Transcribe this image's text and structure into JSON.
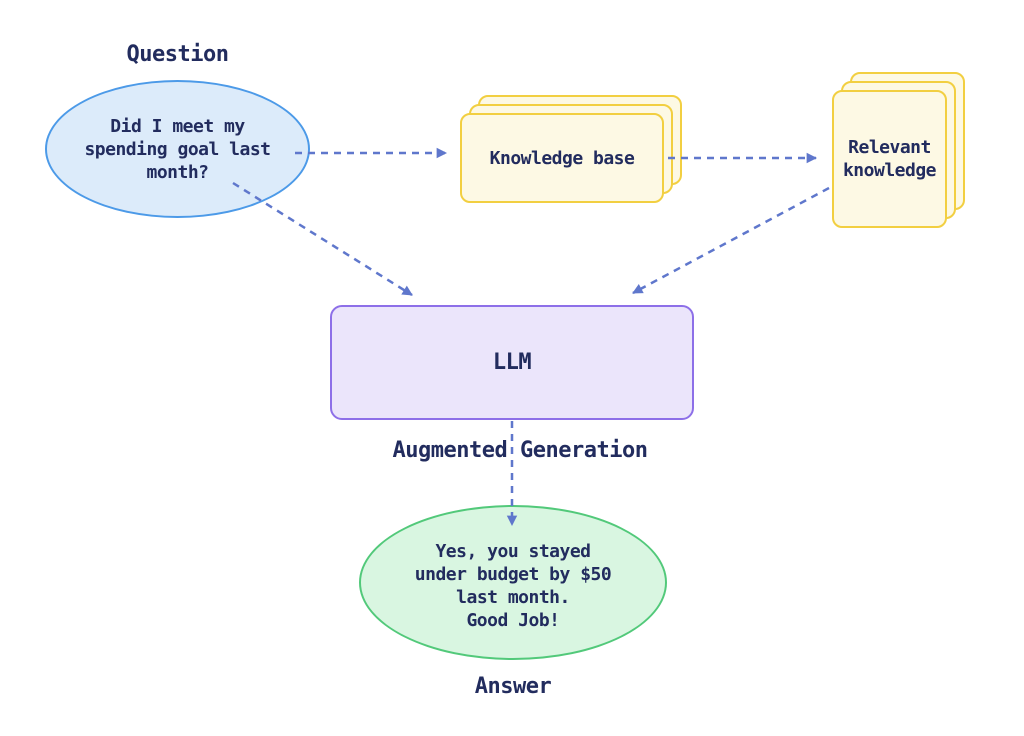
{
  "diagram": {
    "question": {
      "label": "Question",
      "lines": [
        "Did I meet my",
        "spending goal last",
        "month?"
      ]
    },
    "knowledge_base": {
      "label": "Knowledge base"
    },
    "relevant_knowledge": {
      "lines": [
        "Relevant",
        "knowledge"
      ]
    },
    "llm": {
      "label": "LLM"
    },
    "augmented_generation_label": "Augmented Generation",
    "answer": {
      "label": "Answer",
      "lines": [
        "Yes, you stayed",
        "under budget by $50",
        "last month.",
        "Good Job!"
      ]
    }
  },
  "colors": {
    "text": "#222c5e",
    "arrow": "#5f77cc",
    "question_fill": "#dcebfa",
    "question_stroke": "#4c9ae8",
    "knowledge_fill": "#fdf9e4",
    "knowledge_stroke": "#f2cf41",
    "llm_fill": "#ebe5fb",
    "llm_stroke": "#8d6fe8",
    "answer_fill": "#d9f6e1",
    "answer_stroke": "#52c97a"
  }
}
